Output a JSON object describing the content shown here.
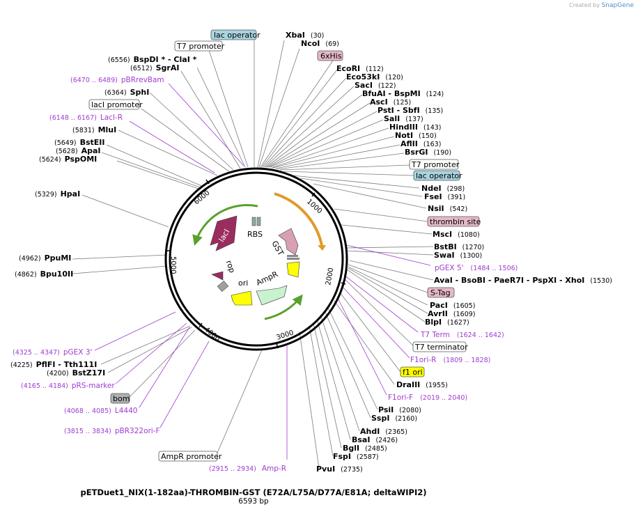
{
  "brand": {
    "created_by": "Created by",
    "name": "SnapGene"
  },
  "title": "pETDuet1_NIX(1-182aa)-THROMBIN-GST (E72A/L75A/D77A/E81A; deltaWIPI2)",
  "length": "6593 bp",
  "ticks": [
    "1000",
    "2000",
    "3000",
    "4000",
    "5000",
    "6000"
  ],
  "inner_features": [
    "lacI",
    "RBS",
    "GST",
    "rop",
    "ori",
    "AmpR"
  ],
  "left_labels": [
    {
      "pos": "(6556)",
      "name": "BspDI * - ClaI *"
    },
    {
      "pos": "(6512)",
      "name": "SgrAI"
    },
    {
      "pos": "(6364)",
      "name": "SphI"
    },
    {
      "pos": "(5831)",
      "name": "MluI"
    },
    {
      "pos": "(5649)",
      "name": "BstEII"
    },
    {
      "pos": "(5628)",
      "name": "ApaI"
    },
    {
      "pos": "(5624)",
      "name": "PspOMI"
    },
    {
      "pos": "(5329)",
      "name": "HpaI"
    },
    {
      "pos": "(4962)",
      "name": "PpuMI"
    },
    {
      "pos": "(4862)",
      "name": "Bpu10II"
    },
    {
      "pos": "(4225)",
      "name": "PflFI - Tth111I"
    },
    {
      "pos": "(4200)",
      "name": "BstZ17I"
    }
  ],
  "left_primers": [
    {
      "pos": "(6470 .. 6489)",
      "name": "pBRrevBam"
    },
    {
      "pos": "(6148 .. 6167)",
      "name": "LacI-R"
    },
    {
      "pos": "(4325 .. 4347)",
      "name": "pGEX 3'"
    },
    {
      "name": "pRS-marker",
      "pos": "(4165 .. 4184)"
    },
    {
      "pos": "(4068 .. 4085)",
      "name": "L4440"
    },
    {
      "pos": "(3815 .. 3834)",
      "name": "pBR322ori-F"
    }
  ],
  "left_features": [
    "lac operator",
    "T7 promoter",
    "lacI promoter",
    "bom",
    "AmpR promoter"
  ],
  "right_labels": [
    {
      "name": "XbaI",
      "pos": "(30)"
    },
    {
      "name": "NcoI",
      "pos": "(69)"
    },
    {
      "name": "EcoRI",
      "pos": "(112)"
    },
    {
      "name": "Eco53kI",
      "pos": "(120)"
    },
    {
      "name": "SacI",
      "pos": "(122)"
    },
    {
      "name": "BfuAI - BspMI",
      "pos": "(124)"
    },
    {
      "name": "AscI",
      "pos": "(125)"
    },
    {
      "name": "PstI - SbfI",
      "pos": "(135)"
    },
    {
      "name": "SalI",
      "pos": "(137)"
    },
    {
      "name": "HindIII",
      "pos": "(143)"
    },
    {
      "name": "NotI",
      "pos": "(150)"
    },
    {
      "name": "AflII",
      "pos": "(163)"
    },
    {
      "name": "BsrGI",
      "pos": "(190)"
    },
    {
      "name": "NdeI",
      "pos": "(298)"
    },
    {
      "name": "FseI",
      "pos": "(391)"
    },
    {
      "name": "NsiI",
      "pos": "(542)"
    },
    {
      "name": "MscI",
      "pos": "(1080)"
    },
    {
      "name": "BstBI",
      "pos": "(1270)"
    },
    {
      "name": "SwaI",
      "pos": "(1300)"
    },
    {
      "name": "AvaI - BsoBI - PaeR7I - PspXI - XhoI",
      "pos": "(1530)"
    },
    {
      "name": "PacI",
      "pos": "(1605)"
    },
    {
      "name": "AvrII",
      "pos": "(1609)"
    },
    {
      "name": "BlpI",
      "pos": "(1627)"
    },
    {
      "name": "DraIII",
      "pos": "(1955)"
    },
    {
      "name": "PsiI",
      "pos": "(2080)"
    },
    {
      "name": "SspI",
      "pos": "(2160)"
    },
    {
      "name": "AhdI",
      "pos": "(2365)"
    },
    {
      "name": "BsaI",
      "pos": "(2426)"
    },
    {
      "name": "BglI",
      "pos": "(2485)"
    },
    {
      "name": "FspI",
      "pos": "(2587)"
    },
    {
      "name": "PvuI",
      "pos": "(2735)"
    }
  ],
  "right_primers": [
    {
      "name": "pGEX 5'",
      "pos": "(1484 .. 1506)"
    },
    {
      "name": "T7 Term",
      "pos": "(1624 .. 1642)"
    },
    {
      "name": "F1ori-R",
      "pos": "(1809 .. 1828)"
    },
    {
      "name": "F1ori-F",
      "pos": "(2019 .. 2040)"
    },
    {
      "name": "Amp-R",
      "pos": "(2915 .. 2934)"
    }
  ],
  "right_features": [
    "6xHis",
    "T7 promoter",
    "lac operator",
    "thrombin site",
    "S-Tag",
    "T7 terminator",
    "f1 ori"
  ],
  "colors": {
    "lac_operator": "#a8d4e0",
    "tag": "#e6b8c8",
    "f1ori": "#ffff00",
    "bom": "#b0b0b0",
    "lacI": "#9b2d5e",
    "GST": "#d9a0b5",
    "AmpR": "#c9f2cf",
    "ori": "#ffff00",
    "promoter_arrow": "#5aa02c",
    "orange": "#e09a2a",
    "primer": "#a03ad2"
  }
}
